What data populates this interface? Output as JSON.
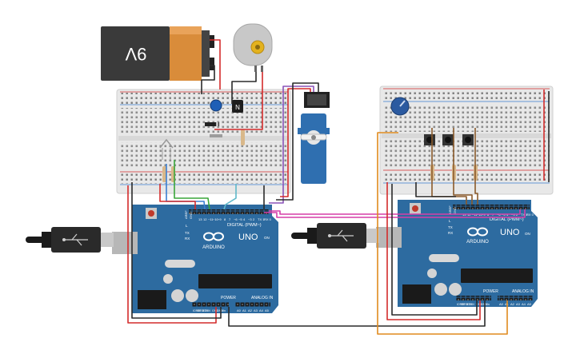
{
  "battery": {
    "label": "9V"
  },
  "boards": [
    {
      "brand": "ARDUINO",
      "model": "UNO",
      "header_digital": "DIGITAL (PWM~)",
      "header_power": "POWER",
      "header_analog": "ANALOG IN",
      "pin_tx": "TX",
      "pin_rx": "RX",
      "pin_l": "L",
      "pin_on": "ON",
      "pin_aref": "AREF",
      "pin_gnd": "GND",
      "digital_pins": [
        "13",
        "12",
        "~11",
        "~10",
        "~9",
        "8",
        "7",
        "~6",
        "~5",
        "4",
        "~3",
        "2",
        "TX 1",
        "RX 0"
      ],
      "power_pins": [
        "IOREF",
        "RESET",
        "3.3V",
        "5V",
        "GND",
        "GND",
        "Vin"
      ],
      "analog_pins": [
        "A0",
        "A1",
        "A2",
        "A3",
        "A4",
        "A5"
      ]
    },
    {
      "brand": "ARDUINO",
      "model": "UNO",
      "header_digital": "DIGITAL (PWM~)",
      "header_power": "POWER",
      "header_analog": "ANALOG IN",
      "pin_tx": "TX",
      "pin_rx": "RX",
      "pin_l": "L",
      "pin_on": "ON",
      "pin_aref": "AREF",
      "pin_gnd": "GND",
      "digital_pins": [
        "13",
        "12",
        "~11",
        "~10",
        "~9",
        "8",
        "7",
        "~6",
        "~5",
        "4",
        "~3",
        "2",
        "TX 1",
        "RX 0"
      ],
      "power_pins": [
        "IOREF",
        "RESET",
        "3.3V",
        "5V",
        "GND",
        "GND",
        "Vin"
      ],
      "analog_pins": [
        "A0",
        "A1",
        "A2",
        "A3",
        "A4",
        "A5"
      ]
    }
  ],
  "transistor": {
    "label": "N"
  },
  "colors": {
    "board": "#2d6ba0",
    "board_dark": "#1f4f7a",
    "breadboard": "#e9e9e9",
    "wire_red": "#d42b2b",
    "wire_black": "#2a2a2a",
    "wire_green": "#3aa63a",
    "wire_blue": "#3b7fd1",
    "wire_teal": "#5fb8c9",
    "wire_purple": "#8a53b8",
    "wire_magenta": "#d63fa8",
    "wire_orange": "#e08a1e",
    "wire_brown": "#8a5a2b",
    "battery_copper": "#d98c3a"
  },
  "icons": [
    "usb-plug-icon",
    "arduino-logo-icon",
    "potentiometer-icon",
    "dc-motor-icon",
    "servo-icon",
    "pushbutton-icon",
    "led-icon",
    "resistor-icon",
    "diode-icon",
    "capacitor-icon"
  ]
}
